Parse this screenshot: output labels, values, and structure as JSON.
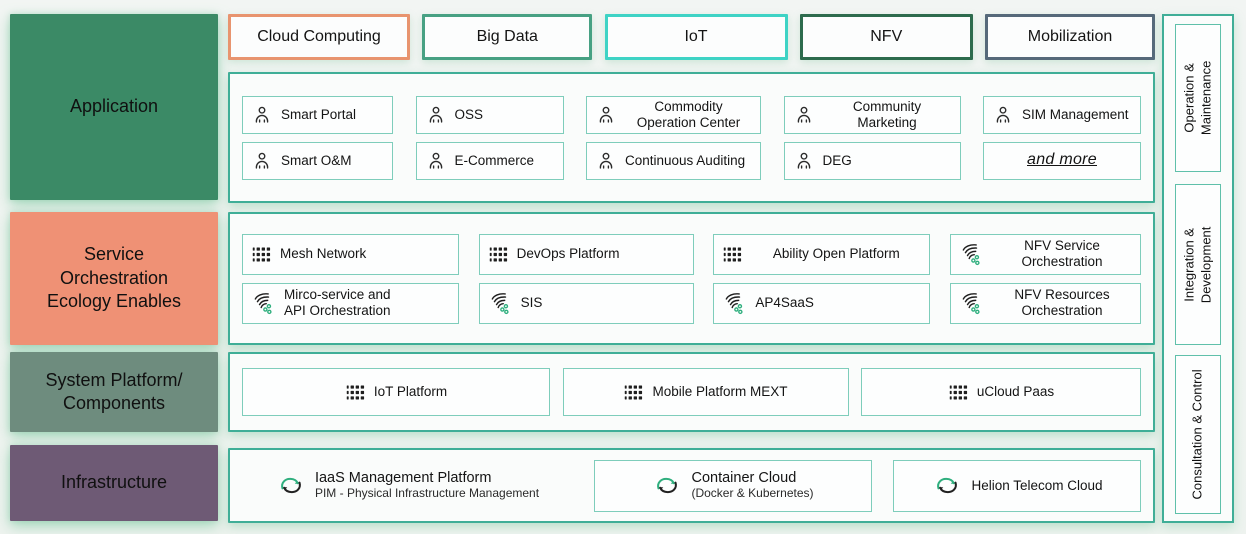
{
  "palette": {
    "container_border": "#3fae97",
    "item_border": "#7ecdbb",
    "cloud_computing_border": "#e8946f",
    "big_data_border": "#47a183",
    "iot_border": "#3ed3c5",
    "nfv_border": "#2d6b4d",
    "mobilization_border": "#56697a",
    "application_bg": "#3b8a66",
    "service_bg": "#ef9175",
    "system_bg": "#6e8c7e",
    "infrastructure_bg": "#6e5a75",
    "flow_dot_green": "#2faf7e"
  },
  "layers": [
    {
      "label": "Application"
    },
    {
      "label": "Service\nOrchestration\nEcology Enables"
    },
    {
      "label": "System Platform/\nComponents"
    },
    {
      "label": "Infrastructure"
    }
  ],
  "tags": [
    {
      "label": "Cloud Computing"
    },
    {
      "label": "Big Data"
    },
    {
      "label": "IoT"
    },
    {
      "label": "NFV"
    },
    {
      "label": "Mobilization"
    }
  ],
  "application": {
    "rows": [
      [
        {
          "label": "Smart Portal",
          "icon": "person-icon"
        },
        {
          "label": "OSS",
          "icon": "person-icon"
        },
        {
          "label": "Commodity\nOperation Center",
          "icon": "person-icon"
        },
        {
          "label": "Community\nMarketing",
          "icon": "person-icon"
        },
        {
          "label": "SIM Management",
          "icon": "person-icon"
        }
      ],
      [
        {
          "label": "Smart O&M",
          "icon": "person-icon"
        },
        {
          "label": "E-Commerce",
          "icon": "person-icon"
        },
        {
          "label": "Continuous Auditing",
          "icon": "person-icon"
        },
        {
          "label": "DEG",
          "icon": "person-icon"
        },
        {
          "label": "and more",
          "icon": "none"
        }
      ]
    ]
  },
  "service": {
    "rows": [
      [
        {
          "label": "Mesh Network",
          "icon": "apps-grid-icon"
        },
        {
          "label": "DevOps Platform",
          "icon": "apps-grid-icon"
        },
        {
          "label": "Ability Open Platform",
          "icon": "apps-grid-icon"
        },
        {
          "label": "NFV Service\nOrchestration",
          "icon": "service-flow-icon"
        }
      ],
      [
        {
          "label": "Mirco-service and\nAPI Orchestration",
          "icon": "service-flow-icon"
        },
        {
          "label": "SIS",
          "icon": "service-flow-icon"
        },
        {
          "label": "AP4SaaS",
          "icon": "service-flow-icon"
        },
        {
          "label": "NFV Resources\nOrchestration",
          "icon": "service-flow-icon"
        }
      ]
    ]
  },
  "system": {
    "items": [
      {
        "label": "IoT Platform",
        "icon": "apps-grid-icon"
      },
      {
        "label": "Mobile Platform MEXT",
        "icon": "apps-grid-icon"
      },
      {
        "label": "uCloud Paas",
        "icon": "apps-grid-icon"
      }
    ]
  },
  "infrastructure": {
    "items": [
      {
        "title": "IaaS Management Platform",
        "subtitle": "PIM - Physical Infrastructure Management",
        "icon": "cycle-arrows-icon"
      },
      {
        "title": "Container Cloud",
        "subtitle": "(Docker & Kubernetes)",
        "icon": "cycle-arrows-icon"
      },
      {
        "title": "Helion Telecom Cloud",
        "subtitle": "",
        "icon": "cycle-arrows-icon"
      }
    ]
  },
  "right": {
    "items": [
      {
        "label": "Operation &\nMaintenance"
      },
      {
        "label": "Integration &\nDevelopment"
      },
      {
        "label": "Consultation & Control"
      }
    ]
  }
}
